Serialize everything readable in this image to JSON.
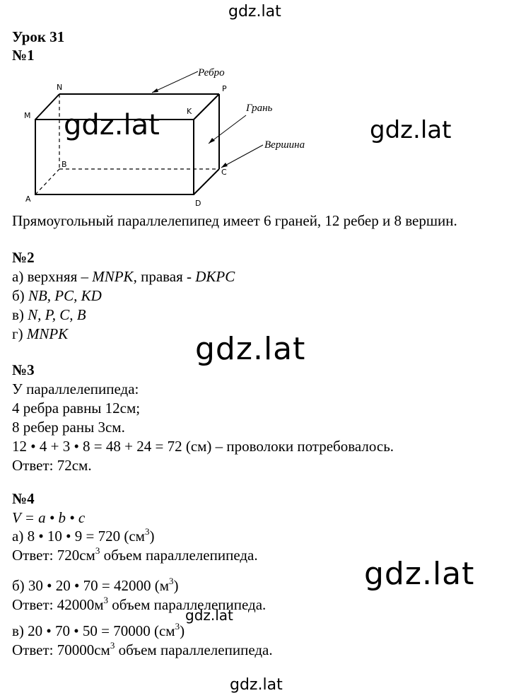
{
  "watermarks": {
    "top": "gdz.lat",
    "figure": "gdz.lat",
    "right": "gdz.lat",
    "middle": "gdz.lat",
    "right2": "gdz.lat",
    "small": "gdz.lat",
    "bottom": "gdz.lat"
  },
  "lesson_title": "Урок 31",
  "task1": {
    "number": "№1",
    "figure": {
      "vertices": [
        "N",
        "P",
        "M",
        "K",
        "B",
        "C",
        "A",
        "D"
      ],
      "annotations": {
        "edge": "Ребро",
        "face": "Грань",
        "vertex": "Вершина"
      }
    },
    "text": "Прямоугольный параллелепипед имеет 6 граней, 12 ребер и 8 вершин."
  },
  "task2": {
    "number": "№2",
    "a_prefix": "а) верхняя – ",
    "a_top": "MNPK",
    "a_mid": ", правая - ",
    "a_right": "DKPC",
    "b_prefix": "б) ",
    "b": "NB, PC, KD",
    "c_prefix": "в) ",
    "c": "N, P, C, B",
    "d_prefix": "г) ",
    "d": "MNPK"
  },
  "task3": {
    "number": "№3",
    "lines": [
      "У параллелепипеда:",
      "4 ребра равны 12см;",
      "8 ребер раны 3см.",
      "12 • 4 + 3 • 8 = 48 + 24 = 72 (см) – проволоки  потребовалось.",
      "Ответ: 72см."
    ]
  },
  "task4": {
    "number": "№4",
    "formula": "V = a • b • c",
    "a_calc": "а) 8 • 10 • 9 = 720 (см",
    "a_ans_pre": "Ответ: 720см",
    "a_ans_post": " объем параллелепипеда.",
    "b_calc": "б) 30 • 20 • 70 = 42000 (м",
    "b_ans_pre": "Ответ: 42000м",
    "b_ans_post": " объем параллелепипеда.",
    "c_calc": "в) 20 • 70 • 50 = 70000 (см",
    "c_ans_pre": "Ответ: 70000см",
    "c_ans_post": " объем параллелепипеда.",
    "exp": "3",
    "close": ")"
  }
}
